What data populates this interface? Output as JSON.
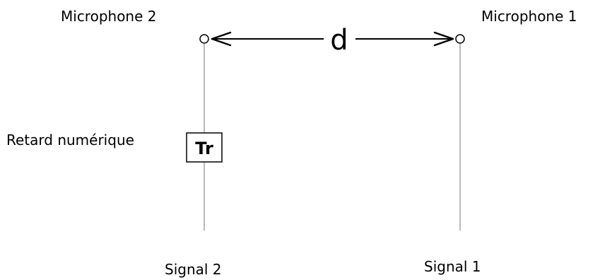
{
  "labels": {
    "microphone_2": "Microphone 2",
    "microphone_1": "Microphone 1",
    "distance": "d",
    "delay_label": "Retard numérique",
    "delay_box": "Tr",
    "signal_2": "Signal 2",
    "signal_1": "Signal 1"
  },
  "colors": {
    "stroke": "#000000",
    "line": "#8c8c8c",
    "background": "#ffffff"
  }
}
